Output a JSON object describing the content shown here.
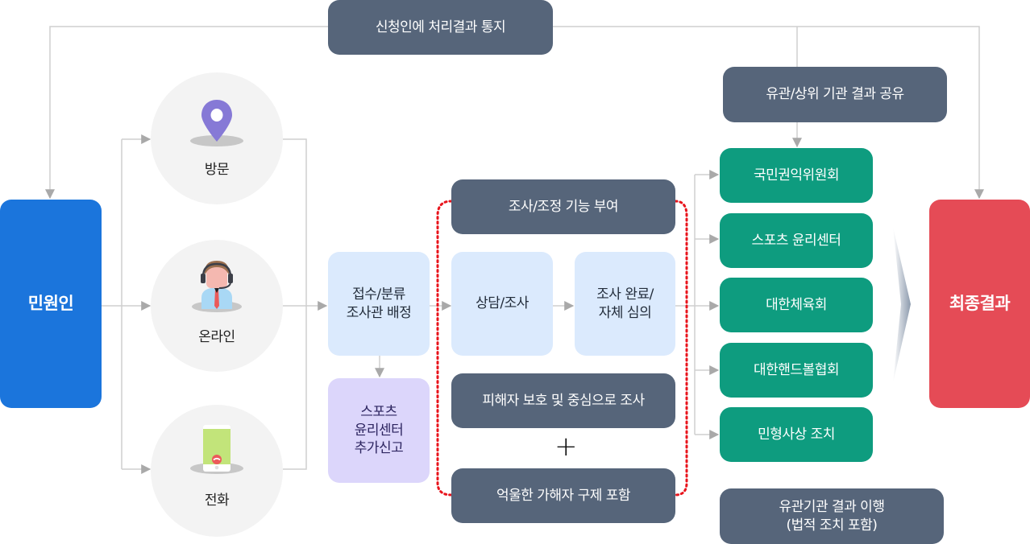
{
  "diagram": {
    "notify_applicant": "신청인에 처리결과 통지",
    "share_results": "유관/상위 기관 결과 공유",
    "complainant": "민원인",
    "channels": [
      {
        "label": "방문",
        "icon": "location-pin-icon"
      },
      {
        "label": "온라인",
        "icon": "headset-agent-icon"
      },
      {
        "label": "전화",
        "icon": "mobile-phone-icon"
      }
    ],
    "intake": "접수/분류\n조사관 배정",
    "additional_report": "스포츠\n윤리센터\n추가신고",
    "investigation_power": "조사/조정 기능 부여",
    "consult": "상담/조사",
    "completion": "조사 완료/\n자체 심의",
    "victim_centered": "피해자 보호 및 중심으로 조사",
    "plus_sign": "+",
    "wrongful_relief": "억울한 가해자 구제 포함",
    "agencies": [
      "국민권익위원회",
      "스포츠 윤리센터",
      "대한체육회",
      "대한핸드볼협회",
      "민형사상 조치"
    ],
    "agency_compliance": "유관기관 결과 이행\n(법적 조치 포함)",
    "final_result": "최종결과"
  },
  "colors": {
    "slate": "#56657a",
    "green": "#0e9c7f",
    "complainant_blue": "#1b75dc",
    "final_red": "#e54b56",
    "light_blue": "#dbeafd",
    "lavender": "#dcd6fb",
    "dotted_border": "#e8141c",
    "connector": "#c8c8c8"
  }
}
